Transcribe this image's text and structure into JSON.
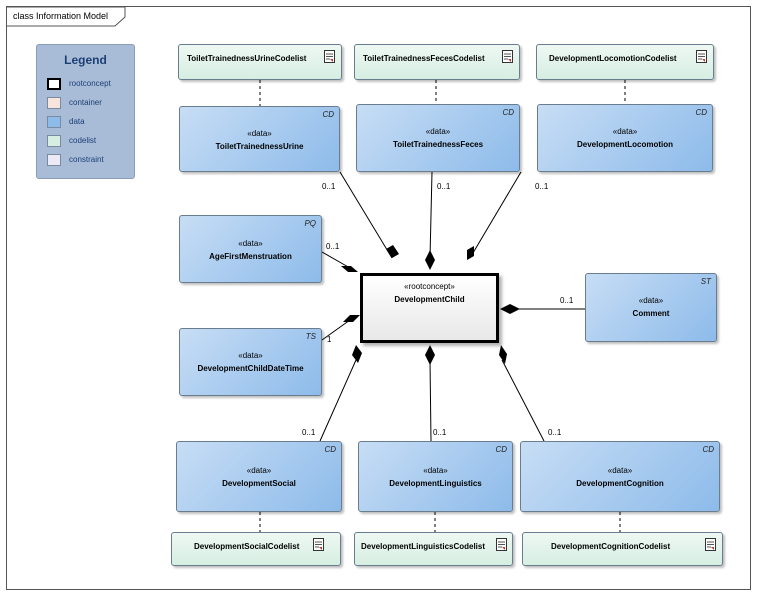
{
  "frame": {
    "title": "class Information Model"
  },
  "legend": {
    "title": "Legend",
    "items": [
      {
        "label": "rootconcept",
        "color": "#ffffff"
      },
      {
        "label": "container",
        "color": "#f7e4dc"
      },
      {
        "label": "data",
        "color": "#8dbbea"
      },
      {
        "label": "codelist",
        "color": "#d6eee2"
      },
      {
        "label": "constraint",
        "color": "#eceaf6"
      }
    ]
  },
  "root": {
    "stereotype": "«rootconcept»",
    "name": "DevelopmentChild"
  },
  "data_classes": [
    {
      "stereotype": "«data»",
      "name": "ToiletTrainednessUrine",
      "type": "CD"
    },
    {
      "stereotype": "«data»",
      "name": "ToiletTrainednessFeces",
      "type": "CD"
    },
    {
      "stereotype": "«data»",
      "name": "DevelopmentLocomotion",
      "type": "CD"
    },
    {
      "stereotype": "«data»",
      "name": "AgeFirstMenstruation",
      "type": "PQ"
    },
    {
      "stereotype": "«data»",
      "name": "DevelopmentChildDateTime",
      "type": "TS"
    },
    {
      "stereotype": "«data»",
      "name": "Comment",
      "type": "ST"
    },
    {
      "stereotype": "«data»",
      "name": "DevelopmentSocial",
      "type": "CD"
    },
    {
      "stereotype": "«data»",
      "name": "DevelopmentLinguistics",
      "type": "CD"
    },
    {
      "stereotype": "«data»",
      "name": "DevelopmentCognition",
      "type": "CD"
    }
  ],
  "codelists": [
    {
      "name": "ToiletTrainednessUrineCodelist"
    },
    {
      "name": "ToiletTrainednessFecesCodelist"
    },
    {
      "name": "DevelopmentLocomotionCodelist"
    },
    {
      "name": "DevelopmentSocialCodelist"
    },
    {
      "name": "DevelopmentLinguisticsCodelist"
    },
    {
      "name": "DevelopmentCognitionCodelist"
    }
  ],
  "multiplicities": [
    "0..1",
    "0..1",
    "0..1",
    "0..1",
    "1",
    "0..1",
    "0..1",
    "0..1",
    "0..1"
  ]
}
